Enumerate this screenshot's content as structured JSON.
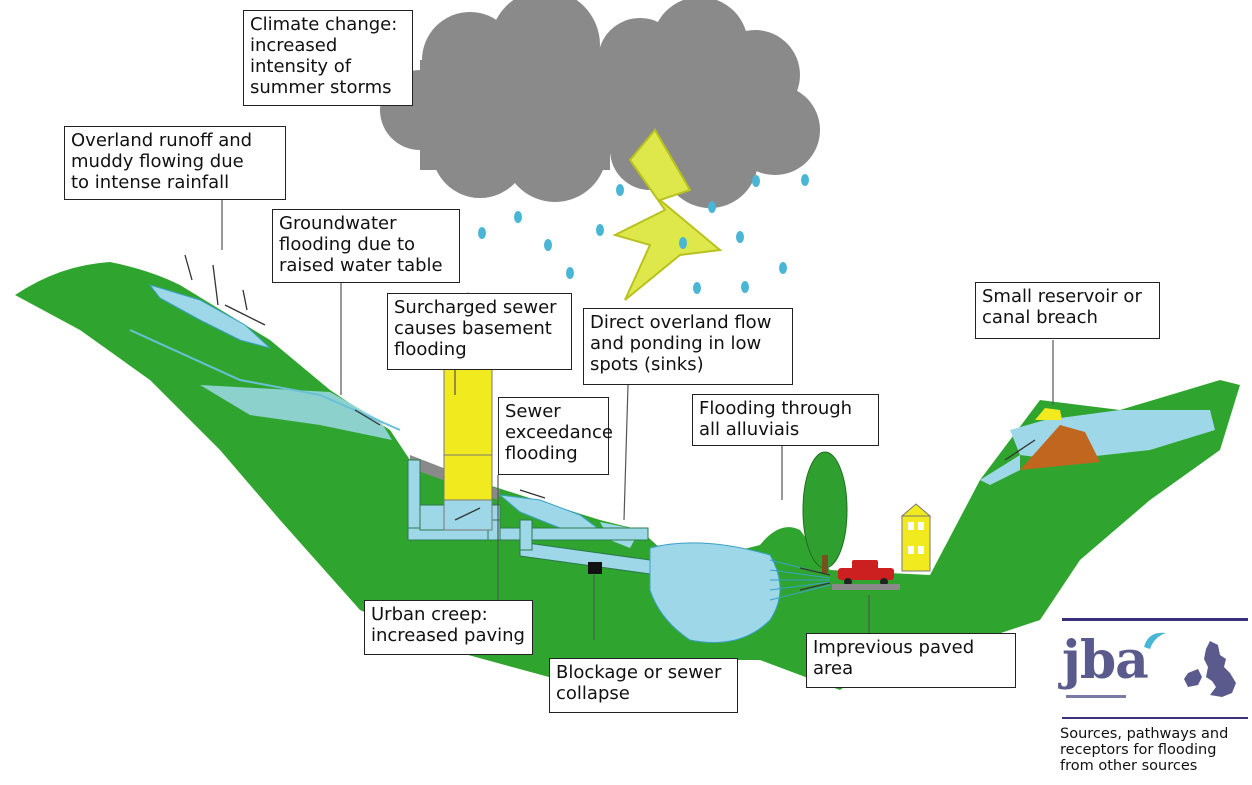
{
  "labels": {
    "climate": [
      "Climate change:",
      "increased",
      "intensity of",
      "summer storms"
    ],
    "overland_runoff": [
      "Overland runoff and",
      "muddy flowing due",
      "to intense rainfall"
    ],
    "groundwater": [
      "Groundwater",
      "flooding due to",
      "raised water table"
    ],
    "surcharged_sewer": [
      "Surcharged sewer",
      "causes basement",
      "flooding"
    ],
    "direct_overland": [
      "Direct overland flow",
      "and ponding in low",
      "spots (sinks)"
    ],
    "sewer_exceedance": [
      "Sewer",
      "exceedance",
      "flooding"
    ],
    "alluvials": [
      "Flooding through",
      "all alluviais"
    ],
    "reservoir": [
      "Small reservoir or",
      "canal breach"
    ],
    "urban_creep": [
      "Urban creep:",
      "increased paving"
    ],
    "blockage": [
      "Blockage or sewer",
      "collapse"
    ],
    "impervious": [
      "Imprevious paved",
      "area"
    ]
  },
  "logo": {
    "wordmark": "jba",
    "caption": [
      "Sources, pathways and",
      "receptors for flooding",
      "from other sources"
    ]
  },
  "colors": {
    "ground": "#2fa52f",
    "water": "#9ed8e8",
    "cloud": "#8a8a8a",
    "lightning": "#dfe84a",
    "building": "#f0ea1e",
    "car": "#cc2020",
    "embankment": "#c0661e",
    "pipe": "#9ed8e8",
    "logo": "#3a2f7a"
  }
}
